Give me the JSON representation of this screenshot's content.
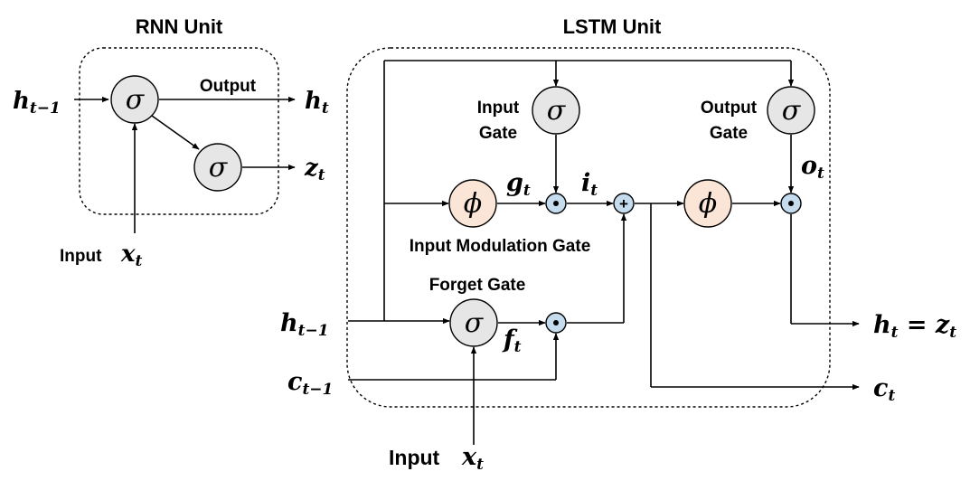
{
  "rnn": {
    "title": "RNN Unit",
    "input_label": "Input",
    "output_label": "Output",
    "in_h": "h",
    "in_h_sub": "t−1",
    "out_h": "h",
    "out_h_sub": "t",
    "out_z": "z",
    "out_z_sub": "t",
    "x": "x",
    "x_sub": "t",
    "sigma_1": "σ",
    "sigma_2": "σ"
  },
  "lstm": {
    "title": "LSTM Unit",
    "input_gate_line1": "Input",
    "input_gate_line2": "Gate",
    "output_gate_line1": "Output",
    "output_gate_line2": "Gate",
    "modulation_gate": "Input Modulation Gate",
    "forget_gate": "Forget Gate",
    "input_label": "Input",
    "sigma_input": "σ",
    "sigma_output": "σ",
    "sigma_forget": "σ",
    "phi_1": "ϕ",
    "phi_2": "ϕ",
    "g": "g",
    "g_sub": "t",
    "i": "i",
    "i_sub": "t",
    "o": "o",
    "o_sub": "t",
    "f": "f",
    "f_sub": "t",
    "h_in": "h",
    "h_in_sub": "t−1",
    "c_in": "c",
    "c_in_sub": "t−1",
    "x": "x",
    "x_sub": "t",
    "h_out": "h",
    "h_out_sub": "t",
    "h_out_eq": " = z",
    "h_out_eq_sub": "t",
    "c_out": "c",
    "c_out_sub": "t",
    "plus": "+"
  },
  "colors": {
    "sigma_fill": "#e6e6e6",
    "phi_fill": "#fbe5d6",
    "op_fill": "#c5dcee"
  }
}
